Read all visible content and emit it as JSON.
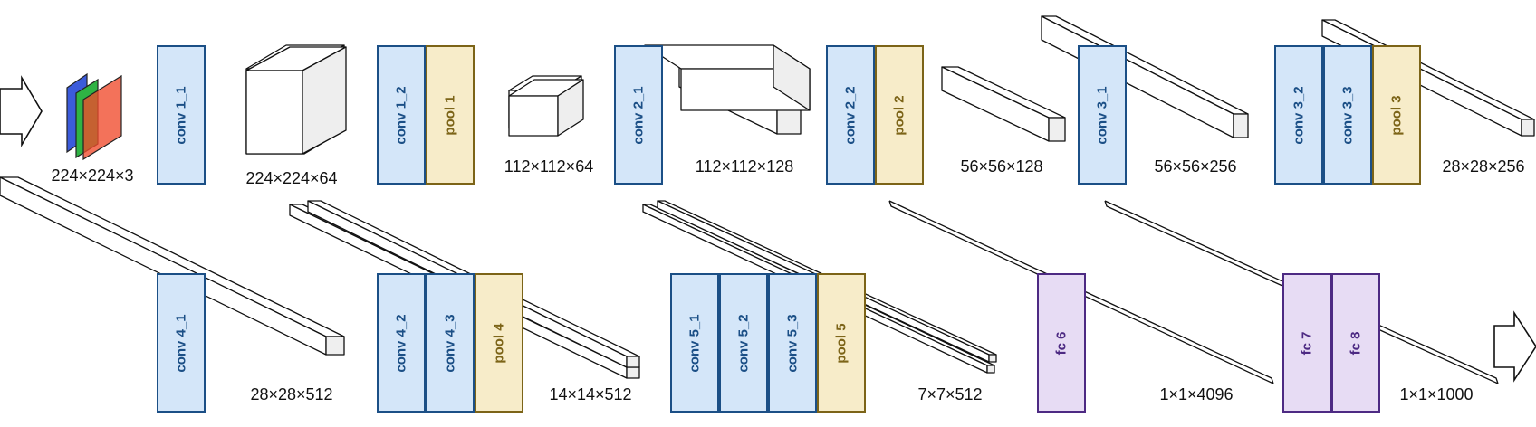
{
  "layers": [
    {
      "label": "conv 1_1",
      "kind": "conv"
    },
    {
      "label": "conv 1_2",
      "kind": "conv"
    },
    {
      "label": "pool 1",
      "kind": "pool"
    },
    {
      "label": "conv 2_1",
      "kind": "conv"
    },
    {
      "label": "conv 2_2",
      "kind": "conv"
    },
    {
      "label": "pool 2",
      "kind": "pool"
    },
    {
      "label": "conv 3_1",
      "kind": "conv"
    },
    {
      "label": "conv 3_2",
      "kind": "conv"
    },
    {
      "label": "conv 3_3",
      "kind": "conv"
    },
    {
      "label": "pool 3",
      "kind": "pool"
    },
    {
      "label": "conv 4_1",
      "kind": "conv"
    },
    {
      "label": "conv 4_2",
      "kind": "conv"
    },
    {
      "label": "conv 4_3",
      "kind": "conv"
    },
    {
      "label": "pool 4",
      "kind": "pool"
    },
    {
      "label": "conv 5_1",
      "kind": "conv"
    },
    {
      "label": "conv 5_2",
      "kind": "conv"
    },
    {
      "label": "conv 5_3",
      "kind": "conv"
    },
    {
      "label": "pool 5",
      "kind": "pool"
    },
    {
      "label": "fc 6",
      "kind": "fc"
    },
    {
      "label": "fc 7",
      "kind": "fc"
    },
    {
      "label": "fc 8",
      "kind": "fc"
    }
  ],
  "dims": [
    "224×224×3",
    "224×224×64",
    "112×112×64",
    "112×112×128",
    "56×56×128",
    "56×56×256",
    "28×28×256",
    "28×28×512",
    "14×14×512",
    "7×7×512",
    "1×1×4096",
    "1×1×1000"
  ],
  "colors": {
    "conv_fill": "#d4e6f9",
    "conv_stroke": "#1b4f86",
    "pool_fill": "#f7ecc9",
    "pool_stroke": "#7c6418",
    "fc_fill": "#e7dcf4",
    "fc_stroke": "#4d2a83",
    "channel_blue": "#3b5bdb",
    "channel_green": "#2fb344",
    "channel_red": "#f04a2c"
  },
  "icons": [
    "input-arrow-icon",
    "output-arrow-icon",
    "rgb-input-image-icon"
  ]
}
